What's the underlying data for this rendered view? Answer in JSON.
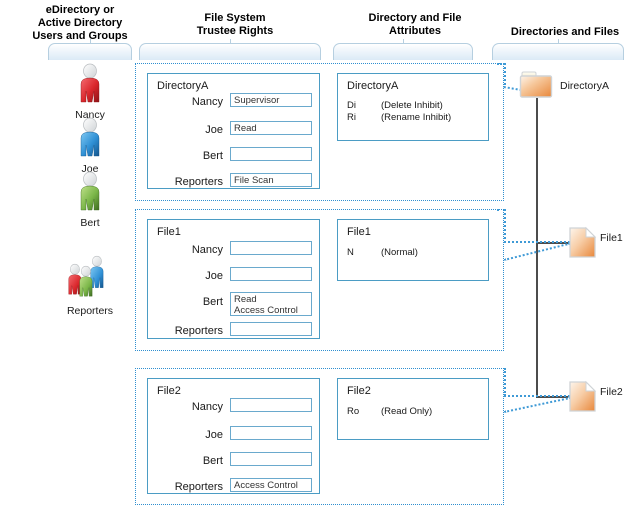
{
  "headers": [
    {
      "id": "users",
      "label": "eDirectory or\nActive Directory\nUsers and Groups"
    },
    {
      "id": "rights",
      "label": "File System\nTrustee Rights"
    },
    {
      "id": "attributes",
      "label": "Directory and File\nAttributes"
    },
    {
      "id": "objects",
      "label": "Directories and Files"
    }
  ],
  "users": [
    {
      "name": "Nancy",
      "icon": "person-icon",
      "color": "#d9262b"
    },
    {
      "name": "Joe",
      "icon": "person-icon",
      "color": "#2e8fd4"
    },
    {
      "name": "Bert",
      "icon": "person-icon",
      "color": "#7ab648"
    },
    {
      "name": "Reporters",
      "icon": "group-icon",
      "color": "#7ab648"
    }
  ],
  "trustee_rights": [
    {
      "title": "DirectoryA",
      "rows": [
        {
          "trustee": "Nancy",
          "rights": "Supervisor"
        },
        {
          "trustee": "Joe",
          "rights": "Read"
        },
        {
          "trustee": "Bert",
          "rights": ""
        },
        {
          "trustee": "Reporters",
          "rights": "File Scan"
        }
      ]
    },
    {
      "title": "File1",
      "rows": [
        {
          "trustee": "Nancy",
          "rights": ""
        },
        {
          "trustee": "Joe",
          "rights": ""
        },
        {
          "trustee": "Bert",
          "rights": "Read\nAccess Control"
        },
        {
          "trustee": "Reporters",
          "rights": ""
        }
      ]
    },
    {
      "title": "File2",
      "rows": [
        {
          "trustee": "Nancy",
          "rights": ""
        },
        {
          "trustee": "Joe",
          "rights": ""
        },
        {
          "trustee": "Bert",
          "rights": ""
        },
        {
          "trustee": "Reporters",
          "rights": "Access Control"
        }
      ]
    }
  ],
  "attributes": [
    {
      "title": "DirectoryA",
      "items": [
        {
          "code": "Di",
          "name": "(Delete Inhibit)"
        },
        {
          "code": "Ri",
          "name": "(Rename Inhibit)"
        }
      ]
    },
    {
      "title": "File1",
      "items": [
        {
          "code": "N",
          "name": "(Normal)"
        }
      ]
    },
    {
      "title": "File2",
      "items": [
        {
          "code": "Ro",
          "name": "(Read Only)"
        }
      ]
    }
  ],
  "objects": [
    {
      "name": "DirectoryA",
      "icon": "folder-icon",
      "type": "directory"
    },
    {
      "name": "File1",
      "icon": "file-icon",
      "type": "file"
    },
    {
      "name": "File2",
      "icon": "file-icon",
      "type": "file"
    }
  ],
  "colors": {
    "panel_border": "#4b9cc4",
    "dotted_border": "#2f8fd0",
    "field_border": "#6aa9cd",
    "bracket_border": "#b6cfe0",
    "tree_line": "#4c4c4c",
    "folder_orange": "#e8873a",
    "background": "#ffffff"
  }
}
